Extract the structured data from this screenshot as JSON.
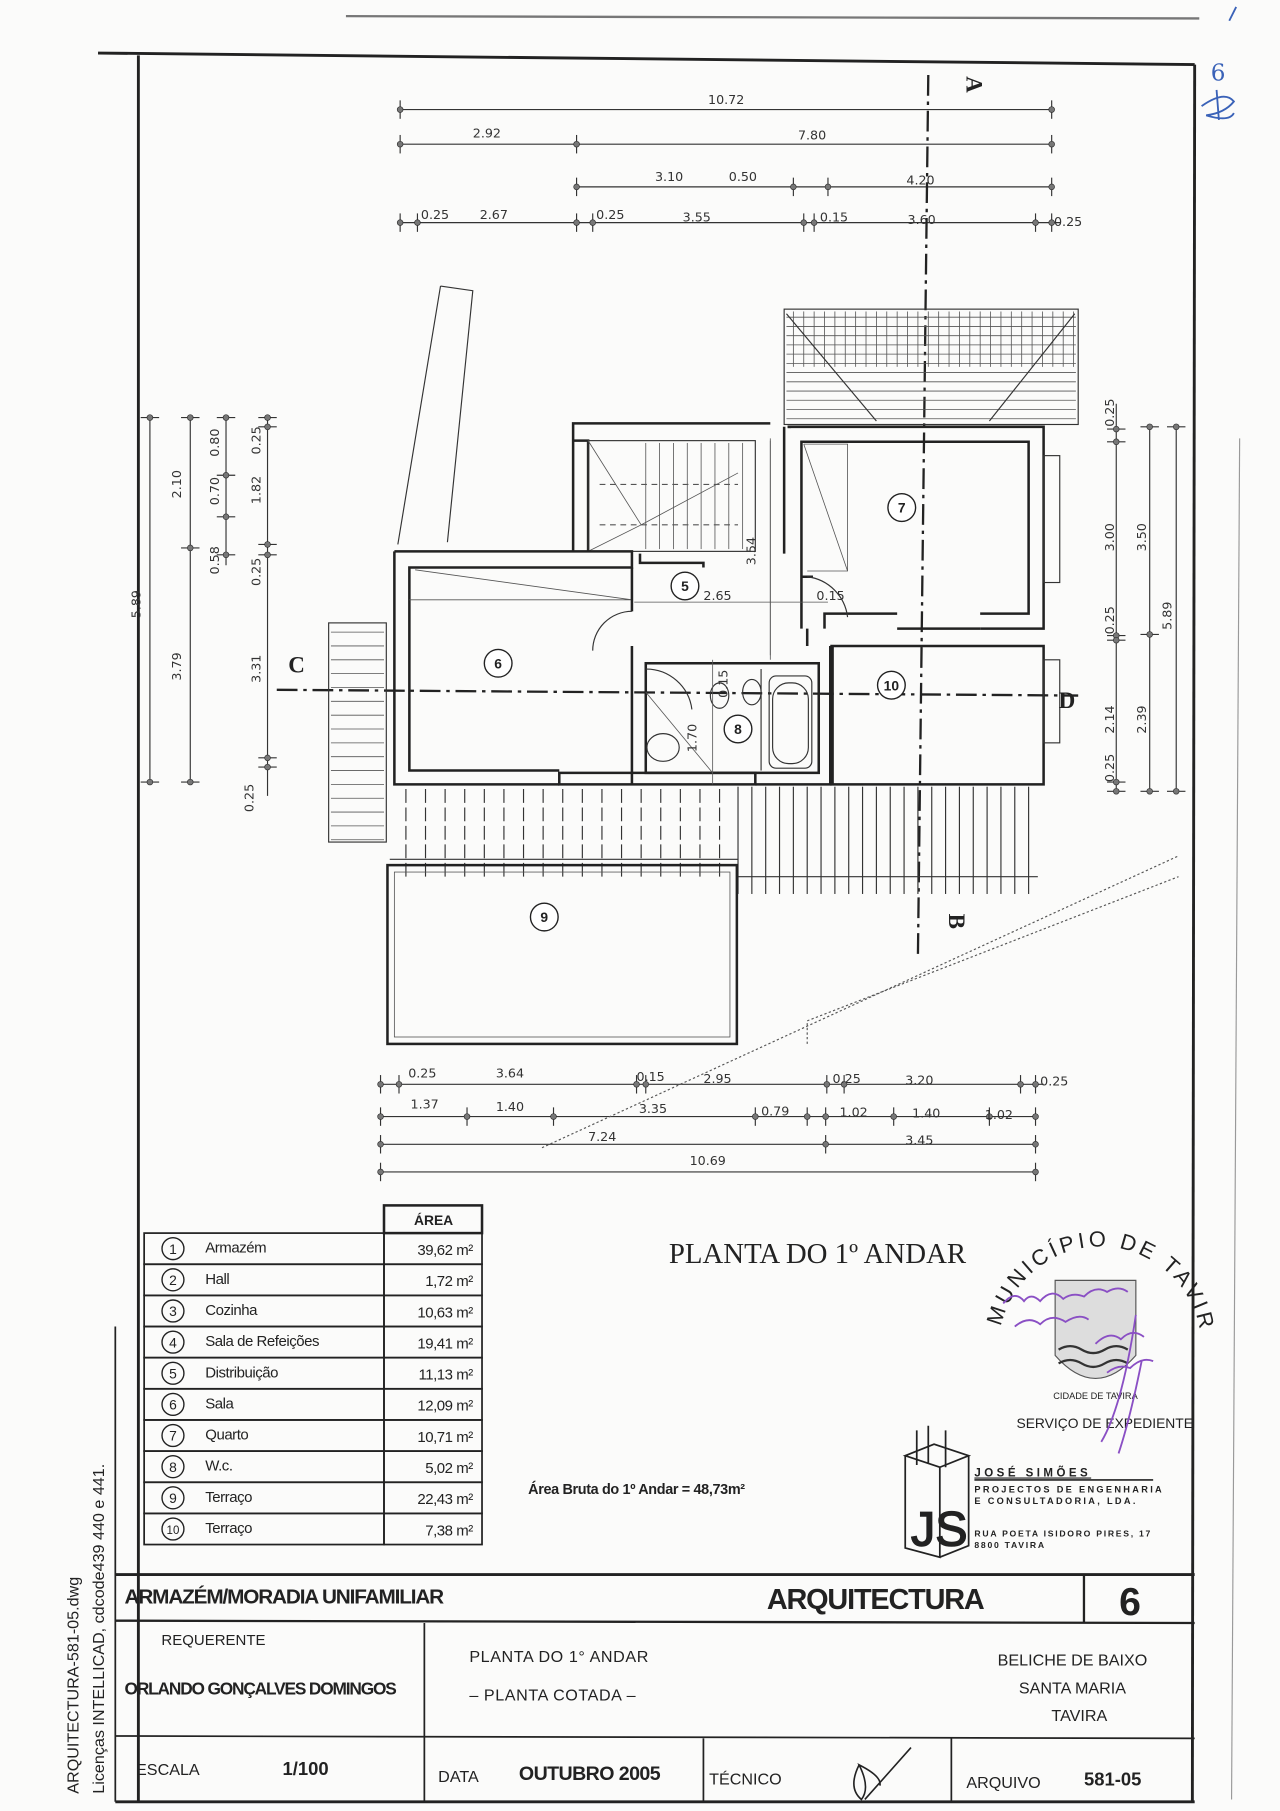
{
  "sheet": {
    "handwritten_page_number": "6",
    "side_file_label": "ARQUITECTURA-581-05.dwg",
    "side_license_label": "Licenças  INTELLICAD,  cdcode439  440  e  441."
  },
  "drawing": {
    "title": "PLANTA  DO  1º  ANDAR",
    "gross_area": "Área Bruta do 1º  Andar = 48,73m²",
    "section_markers": {
      "a": "A",
      "b": "B",
      "c": "C",
      "d": "D"
    },
    "room_numbers": [
      "5",
      "6",
      "7",
      "8",
      "9",
      "10"
    ],
    "plan_dimensions": [
      "3.54",
      "2.65",
      "0.15",
      "0.15",
      "1.70"
    ],
    "top_dimensions": [
      "10.72",
      "2.92",
      "7.80",
      "3.10",
      "0.50",
      "4.20",
      "0.25",
      "2.67",
      "0.25",
      "3.55",
      "0.15",
      "3.60",
      "0.25"
    ],
    "bottom_dimensions": [
      "0.25",
      "3.64",
      "0.15",
      "2.95",
      "0.25",
      "3.20",
      "0.25",
      "1.37",
      "1.40",
      "3.35",
      "0.79",
      "1.02",
      "1.40",
      "1.02",
      "7.24",
      "3.45",
      "10.69"
    ],
    "left_dimensions": [
      "5.89",
      "2.10",
      "3.79",
      "0.80",
      "0.70",
      "0.58",
      "0.25",
      "1.82",
      "0.25",
      "3.31",
      "0.25"
    ],
    "right_dimensions": [
      "0.25",
      "3.00",
      "0.25",
      "2.14",
      "0.25",
      "3.50",
      "2.39",
      "5.89"
    ]
  },
  "area_table": {
    "header": "ÁREA",
    "rows": [
      {
        "num": "1",
        "name": "Armazém",
        "area": "39,62 m²"
      },
      {
        "num": "2",
        "name": "Hall",
        "area": "1,72 m²"
      },
      {
        "num": "3",
        "name": "Cozinha",
        "area": "10,63 m²"
      },
      {
        "num": "4",
        "name": "Sala de Refeições",
        "area": "19,41 m²"
      },
      {
        "num": "5",
        "name": "Distribuição",
        "area": "11,13 m²"
      },
      {
        "num": "6",
        "name": "Sala",
        "area": "12,09 m²"
      },
      {
        "num": "7",
        "name": "Quarto",
        "area": "10,71 m²"
      },
      {
        "num": "8",
        "name": "W.c.",
        "area": "5,02 m²"
      },
      {
        "num": "9",
        "name": "Terraço",
        "area": "22,43 m²"
      },
      {
        "num": "10",
        "name": "Terraço",
        "area": "7,38 m²"
      }
    ]
  },
  "stamp": {
    "arc_text": "MUNICÍPIO DE TAVIRA",
    "inner_text": "CIDADE DE TAVIRA",
    "service": "SERVIÇO DE EXPEDIENTE",
    "ink_color": "#8a4fc4"
  },
  "company": {
    "logo_letters": "JS",
    "name": "JOSÉ SIMÕES",
    "line1": "PROJECTOS DE ENGENHARIA",
    "line2": "E CONSULTADORIA, LDA.",
    "address1": "RUA POETA ISIDORO PIRES, 17",
    "address2": "8800 TAVIRA"
  },
  "title_block": {
    "project": "ARMAZÉM/MORADIA UNIFAMILIAR",
    "discipline": "ARQUITECTURA",
    "sheet_number": "6",
    "requester_label": "REQUERENTE",
    "requester": "ORLANDO GONÇALVES DOMINGOS",
    "drawing_title": "PLANTA  DO  1°  ANDAR",
    "drawing_subtitle": "–  PLANTA  COTADA  –",
    "location": [
      "BELICHE  DE  BAIXO",
      "SANTA  MARIA",
      "TAVIRA"
    ],
    "scale_label": "ESCALA",
    "scale": "1/100",
    "date_label": "DATA",
    "date": "OUTUBRO 2005",
    "technician_label": "TÉCNICO",
    "file_label": "ARQUIVO",
    "file": "581-05"
  }
}
